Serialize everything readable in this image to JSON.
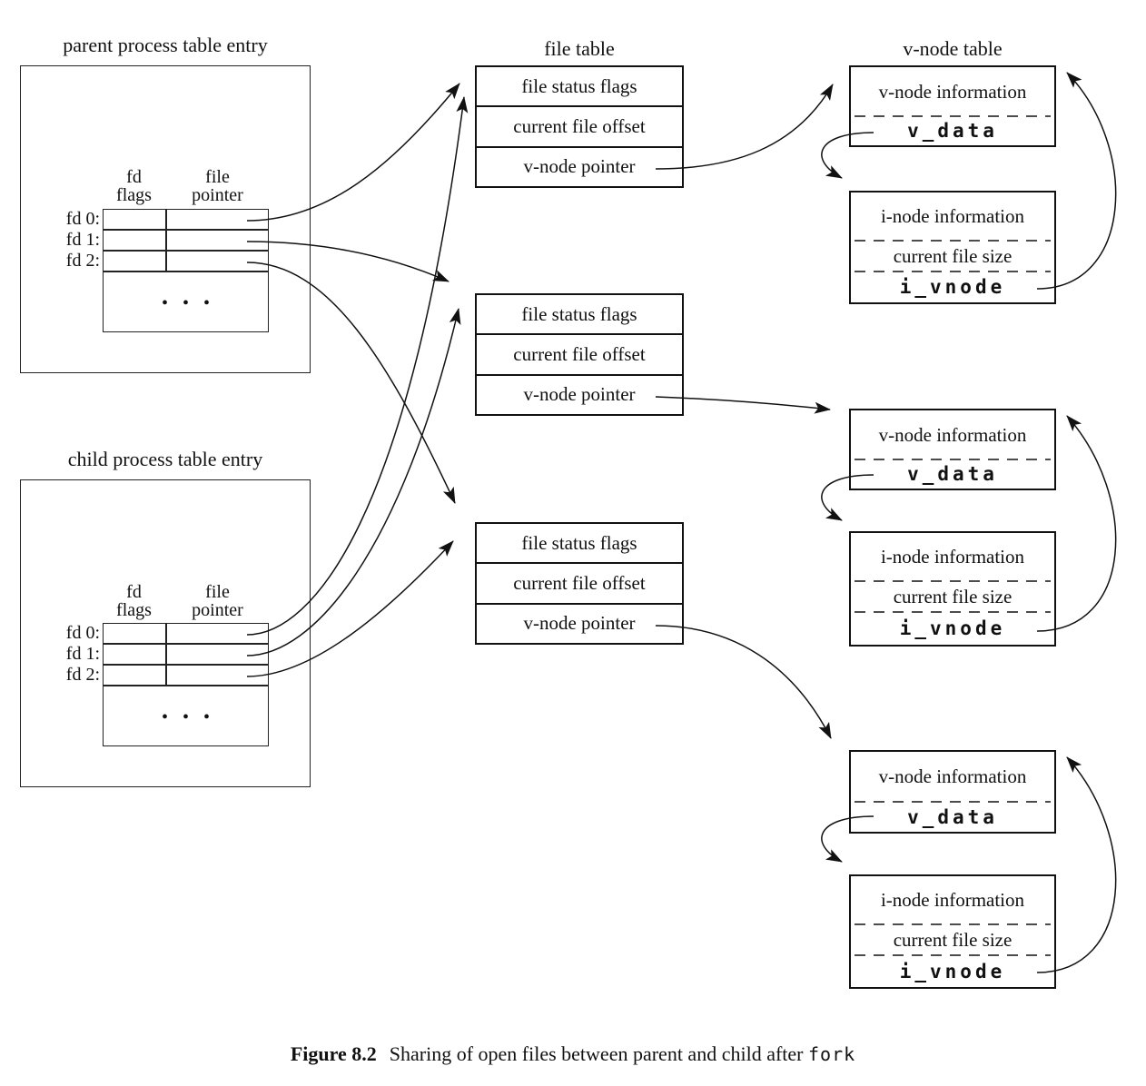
{
  "parent": {
    "title": "parent process table entry",
    "col1_line1": "fd",
    "col1_line2": "flags",
    "col2_line1": "file",
    "col2_line2": "pointer",
    "fd_labels": [
      "fd 0:",
      "fd 1:",
      "fd 2:"
    ],
    "ellipsis": "• • •"
  },
  "child": {
    "title": "child process table entry",
    "col1_line1": "fd",
    "col1_line2": "flags",
    "col2_line1": "file",
    "col2_line2": "pointer",
    "fd_labels": [
      "fd 0:",
      "fd 1:",
      "fd 2:"
    ],
    "ellipsis": "• • •"
  },
  "file_table": {
    "title": "file table",
    "entries": [
      {
        "row1": "file status flags",
        "row2": "current file offset",
        "row3": "v-node pointer"
      },
      {
        "row1": "file status flags",
        "row2": "current file offset",
        "row3": "v-node pointer"
      },
      {
        "row1": "file status flags",
        "row2": "current file offset",
        "row3": "v-node pointer"
      }
    ]
  },
  "vnode": {
    "title": "v-node table",
    "groups": [
      {
        "info": "v-node information",
        "vdata": "v_data",
        "inode_info": "i-node information",
        "file_size": "current file size",
        "ivnode": "i_vnode"
      },
      {
        "info": "v-node information",
        "vdata": "v_data",
        "inode_info": "i-node information",
        "file_size": "current file size",
        "ivnode": "i_vnode"
      },
      {
        "info": "v-node information",
        "vdata": "v_data",
        "inode_info": "i-node information",
        "file_size": "current file size",
        "ivnode": "i_vnode"
      }
    ]
  },
  "caption": {
    "label": "Figure 8.2",
    "text": "Sharing of open files between parent and child after",
    "code": "fork"
  }
}
